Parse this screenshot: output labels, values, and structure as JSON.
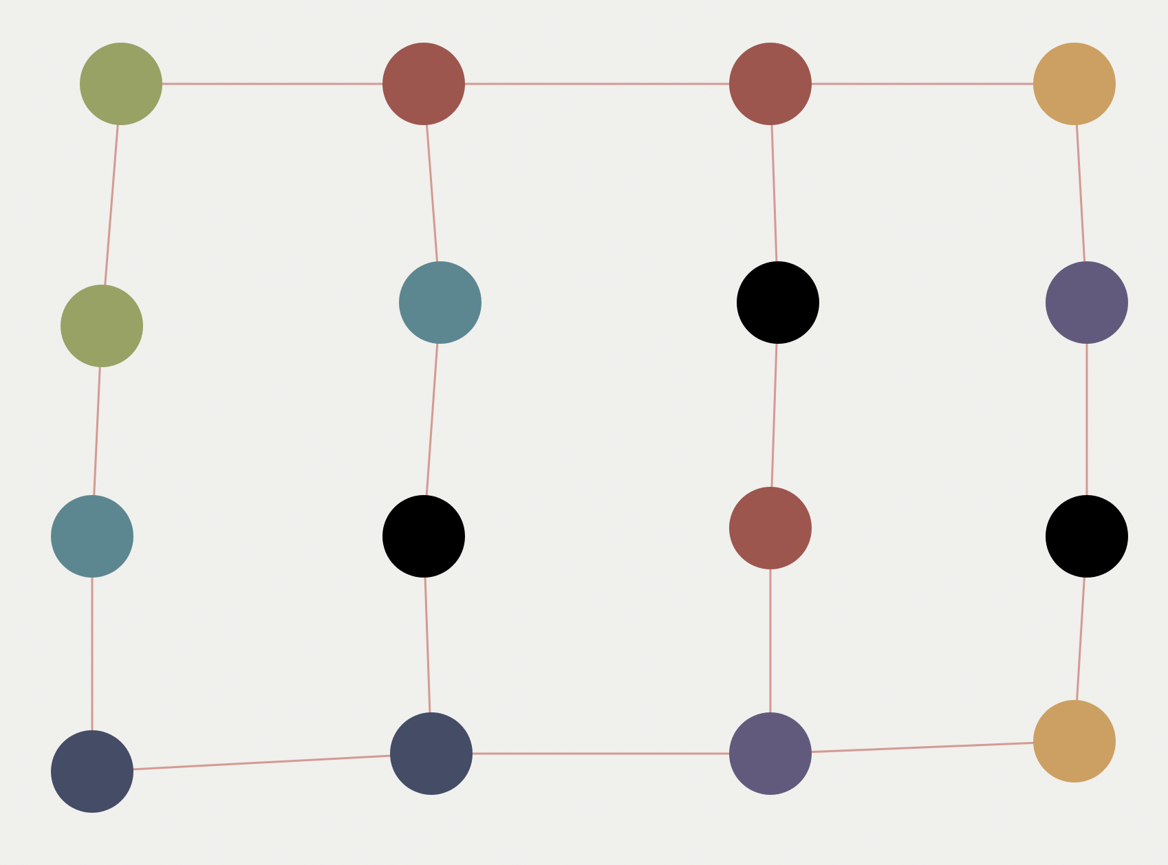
{
  "palette": {
    "background": "#f1f1ee",
    "link": "#d39a92",
    "olive": "#97a264",
    "red": "#9c564e",
    "gold": "#cca062",
    "teal": "#5d8790",
    "black": "#000000",
    "purple": "#625a7c",
    "navy": "#444c66"
  },
  "grid": {
    "columns": 4,
    "rows": 4,
    "dots": [
      {
        "col": 1,
        "row": 1,
        "color": "olive"
      },
      {
        "col": 2,
        "row": 1,
        "color": "red"
      },
      {
        "col": 3,
        "row": 1,
        "color": "red"
      },
      {
        "col": 4,
        "row": 1,
        "color": "gold"
      },
      {
        "col": 1,
        "row": 2,
        "color": "olive"
      },
      {
        "col": 2,
        "row": 2,
        "color": "teal"
      },
      {
        "col": 3,
        "row": 2,
        "color": "black"
      },
      {
        "col": 4,
        "row": 2,
        "color": "purple"
      },
      {
        "col": 1,
        "row": 3,
        "color": "teal"
      },
      {
        "col": 2,
        "row": 3,
        "color": "black"
      },
      {
        "col": 3,
        "row": 3,
        "color": "red"
      },
      {
        "col": 4,
        "row": 3,
        "color": "black"
      },
      {
        "col": 1,
        "row": 4,
        "color": "navy"
      },
      {
        "col": 2,
        "row": 4,
        "color": "navy"
      },
      {
        "col": 3,
        "row": 4,
        "color": "purple"
      },
      {
        "col": 4,
        "row": 4,
        "color": "gold"
      }
    ],
    "links": [
      {
        "from": [
          1,
          1
        ],
        "to": [
          2,
          1
        ]
      },
      {
        "from": [
          2,
          1
        ],
        "to": [
          3,
          1
        ]
      },
      {
        "from": [
          3,
          1
        ],
        "to": [
          4,
          1
        ]
      },
      {
        "from": [
          1,
          4
        ],
        "to": [
          2,
          4
        ]
      },
      {
        "from": [
          2,
          4
        ],
        "to": [
          3,
          4
        ]
      },
      {
        "from": [
          3,
          4
        ],
        "to": [
          4,
          4
        ]
      },
      {
        "from": [
          1,
          1
        ],
        "to": [
          1,
          2
        ]
      },
      {
        "from": [
          1,
          2
        ],
        "to": [
          1,
          3
        ]
      },
      {
        "from": [
          1,
          3
        ],
        "to": [
          1,
          4
        ]
      },
      {
        "from": [
          2,
          1
        ],
        "to": [
          2,
          2
        ]
      },
      {
        "from": [
          2,
          2
        ],
        "to": [
          2,
          3
        ]
      },
      {
        "from": [
          2,
          3
        ],
        "to": [
          2,
          4
        ]
      },
      {
        "from": [
          3,
          1
        ],
        "to": [
          3,
          2
        ]
      },
      {
        "from": [
          3,
          2
        ],
        "to": [
          3,
          3
        ]
      },
      {
        "from": [
          3,
          3
        ],
        "to": [
          3,
          4
        ]
      },
      {
        "from": [
          4,
          1
        ],
        "to": [
          4,
          2
        ]
      },
      {
        "from": [
          4,
          2
        ],
        "to": [
          4,
          3
        ]
      },
      {
        "from": [
          4,
          3
        ],
        "to": [
          4,
          4
        ]
      }
    ]
  }
}
